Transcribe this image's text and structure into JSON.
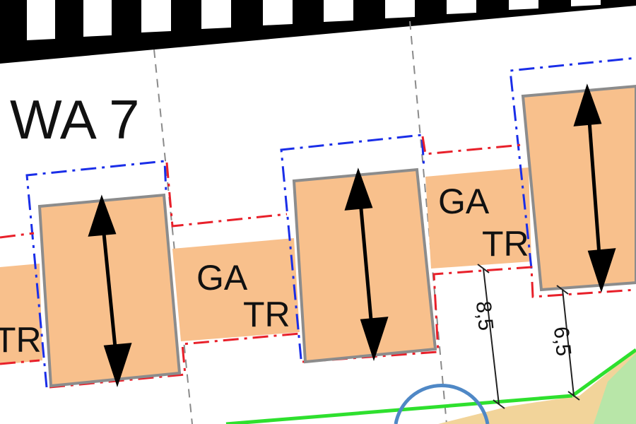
{
  "map": {
    "zone_label": "WA 7",
    "use_labels": [
      {
        "id": "ga-1",
        "text": "GA"
      },
      {
        "id": "tr-1",
        "text": "TR"
      },
      {
        "id": "ga-2",
        "text": "GA"
      },
      {
        "id": "tr-2",
        "text": "TR"
      },
      {
        "id": "tr-0",
        "text": "TR"
      }
    ],
    "dimensions": [
      {
        "id": "dim-1",
        "text": "8,5"
      },
      {
        "id": "dim-2",
        "text": "6,5"
      }
    ],
    "colors": {
      "building_fill": "#f8c08c",
      "building_stroke": "#8c8c8c",
      "boundary_blue": "#1a2ee8",
      "boundary_red": "#e8202a",
      "green_line": "#2ee02e",
      "hatch_light": "#f2d49a",
      "hatch_green": "#b8e6a8",
      "circle_blue": "#4f88c6"
    }
  }
}
